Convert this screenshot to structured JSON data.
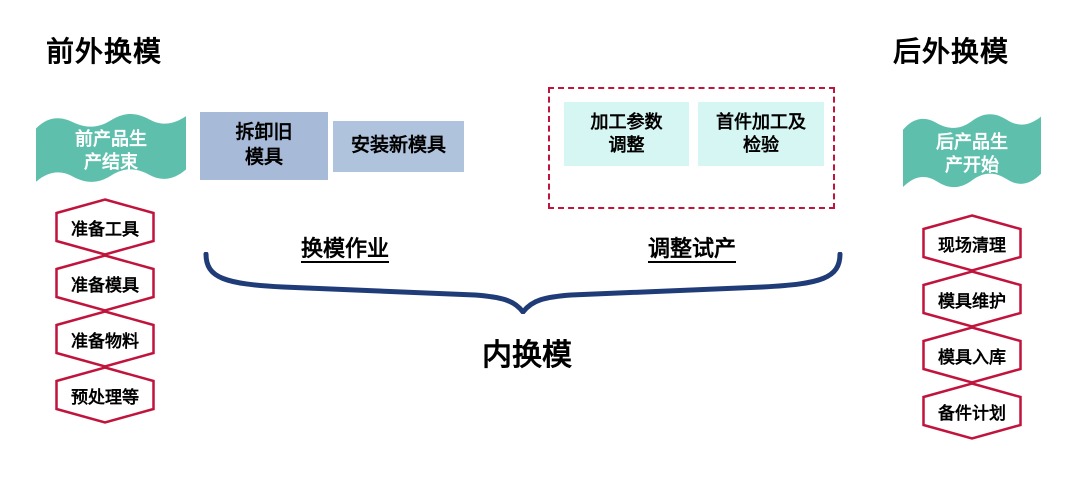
{
  "headers": {
    "left": "前外换模",
    "right": "后外换模"
  },
  "left_flow": {
    "start": "前产品生\n产结束",
    "steps": [
      "准备工具",
      "准备模具",
      "准备物料",
      "预处理等"
    ]
  },
  "inner_flow": {
    "demold_box": "拆卸旧\n模具",
    "install_box": "安装新模具",
    "param_box": "加工参数\n调整",
    "first_piece_box": "首件加工及\n检验",
    "change_label": "换模作业",
    "trial_label": "调整试产",
    "brace_label": "内换模"
  },
  "right_flow": {
    "start": "后产品生\n产开始",
    "steps": [
      "现场清理",
      "模具维护",
      "模具入库",
      "备件计划"
    ]
  },
  "colors": {
    "teal": "#5EC0AC",
    "steel-blue-1": "#A7BAD7",
    "steel-blue-2": "#B0C3DC",
    "light-cyan": "#D5F6F3",
    "crimson": "#C0143C",
    "navy": "#1F3C78"
  }
}
